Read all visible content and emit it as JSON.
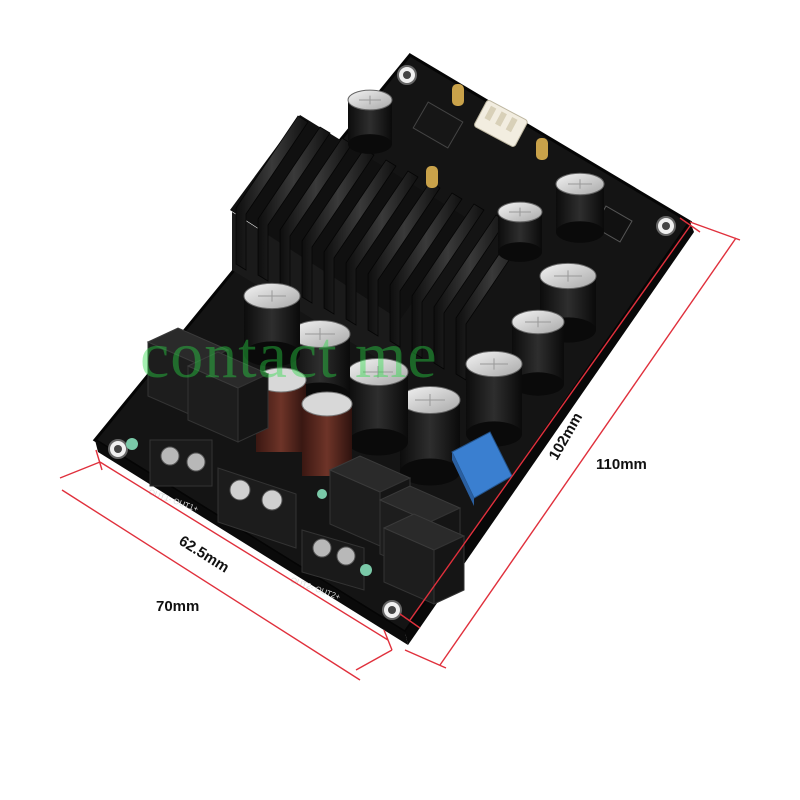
{
  "dimensions": {
    "length_inner": "102mm",
    "length_outer": "110mm",
    "width_inner": "62.5mm",
    "width_outer": "70mm"
  },
  "watermark": "contact me",
  "board_labels": {
    "out1": "OUT1-  OUT1+",
    "out2": "OUT2-  OUT2+"
  },
  "colors": {
    "pcb": "#141414",
    "heatsink": "#1c1c1c",
    "dimension_line": "#e0303c",
    "watermark": "#28dc46",
    "film_capacitor": "#3a7fd0",
    "brown_capacitor": "#5a2a22"
  }
}
